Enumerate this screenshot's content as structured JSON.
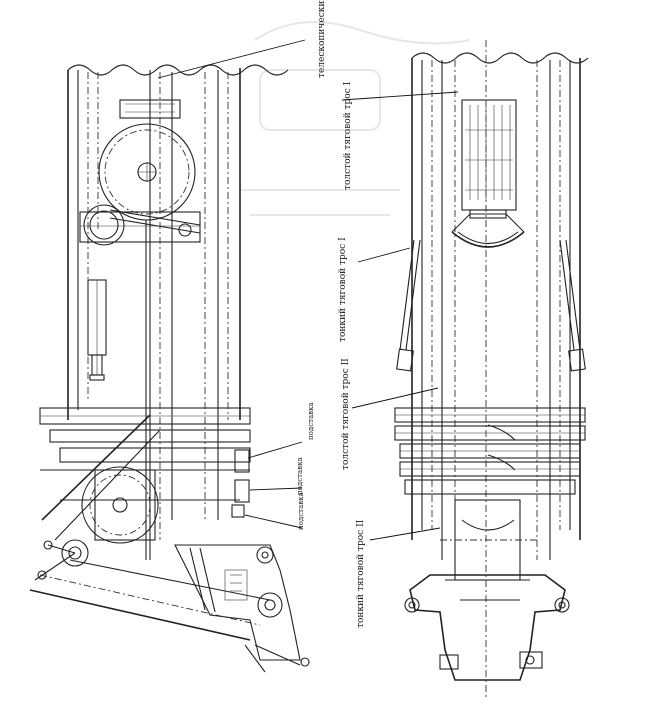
{
  "labels": {
    "telescopic_cylinder": "телескопический цилиндр",
    "thick_rope_1": "толстой тяговой трос I",
    "thin_rope_1": "тонкий тяговой трос I",
    "thick_rope_2": "толстой тяговой трос II",
    "thin_rope_2": "тонкий тяговой трос II",
    "support_1": "подставка",
    "support_2": "подставка",
    "support_3": "подставка"
  },
  "colors": {
    "line": "#222222",
    "background": "#ffffff"
  }
}
